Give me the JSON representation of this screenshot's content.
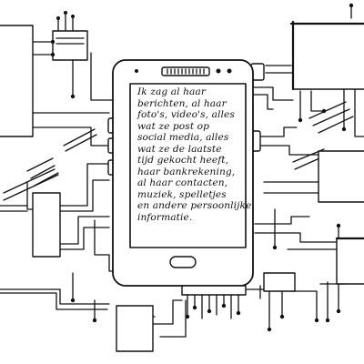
{
  "image": {
    "style": "black ink line drawing",
    "colors": {
      "ink": "#111111",
      "paper": "#ffffff"
    }
  },
  "phone": {
    "screen_text_lines": [
      "Ik zag al haar",
      "berichten, al haar",
      "foto's, video's, alles",
      "wat ze post op",
      "social media, alles",
      "wat ze de laatste",
      "tijd gekocht heeft,",
      "haar bankrekening,",
      "al haar contacten,",
      "muziek, spelletjes",
      "en andere persoonlijke",
      "informatie."
    ]
  }
}
